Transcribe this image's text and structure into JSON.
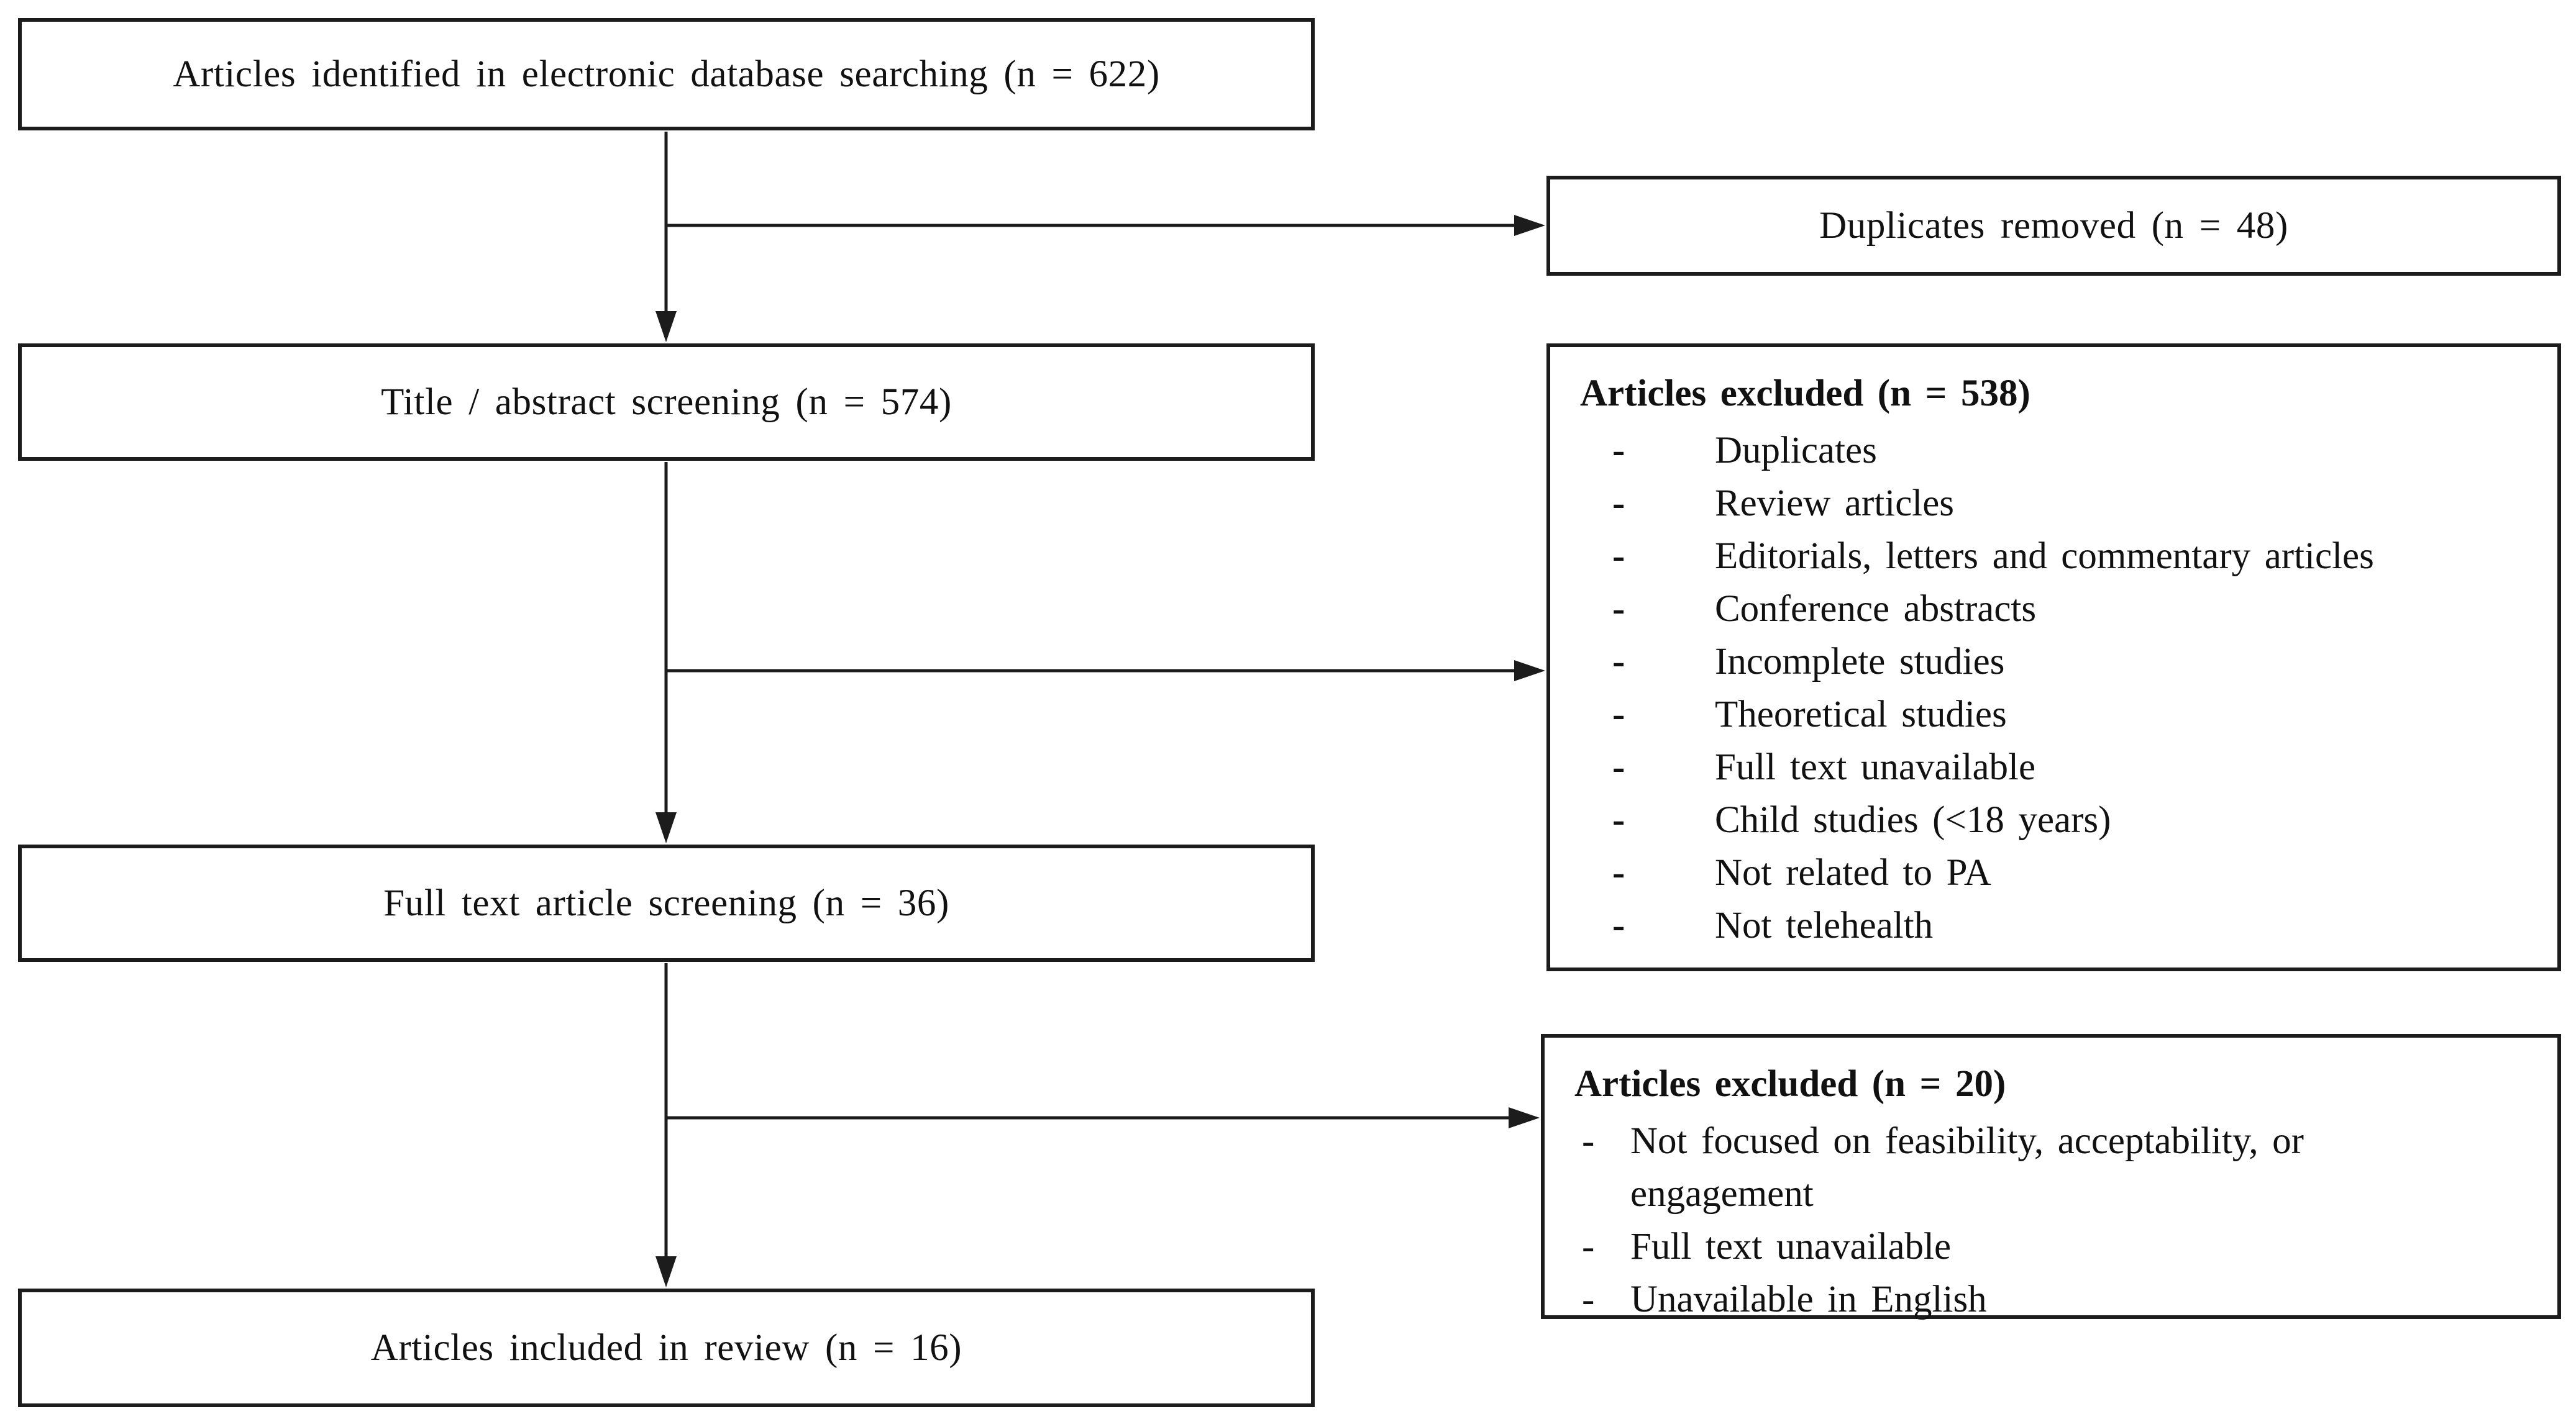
{
  "figure": {
    "identification": {
      "label": "Articles identified in electronic database searching (n = 622)"
    },
    "duplicates_removed": {
      "label": "Duplicates removed (n = 48)"
    },
    "title_abstract_screening": {
      "label": "Title / abstract screening (n = 574)"
    },
    "excluded_title_abstract": {
      "heading": "Articles excluded (n = 538)",
      "items": [
        "Duplicates",
        "Review articles",
        "Editorials, letters and commentary articles",
        "Conference abstracts",
        "Incomplete studies",
        "Theoretical studies",
        "Full text unavailable",
        "Child studies (<18 years)",
        "Not related to PA",
        "Not telehealth"
      ]
    },
    "full_text_screening": {
      "label": "Full text article screening (n = 36)"
    },
    "excluded_full_text": {
      "heading": "Articles excluded (n = 20)",
      "items": [
        "Not focused on feasibility, acceptability, or engagement",
        "Full text unavailable",
        "Unavailable in English"
      ]
    },
    "included": {
      "label": "Articles included in review (n = 16)"
    },
    "bullet": "-",
    "colors": {
      "line": "#1c1c1c",
      "text": "#111111",
      "background": "#ffffff"
    }
  }
}
